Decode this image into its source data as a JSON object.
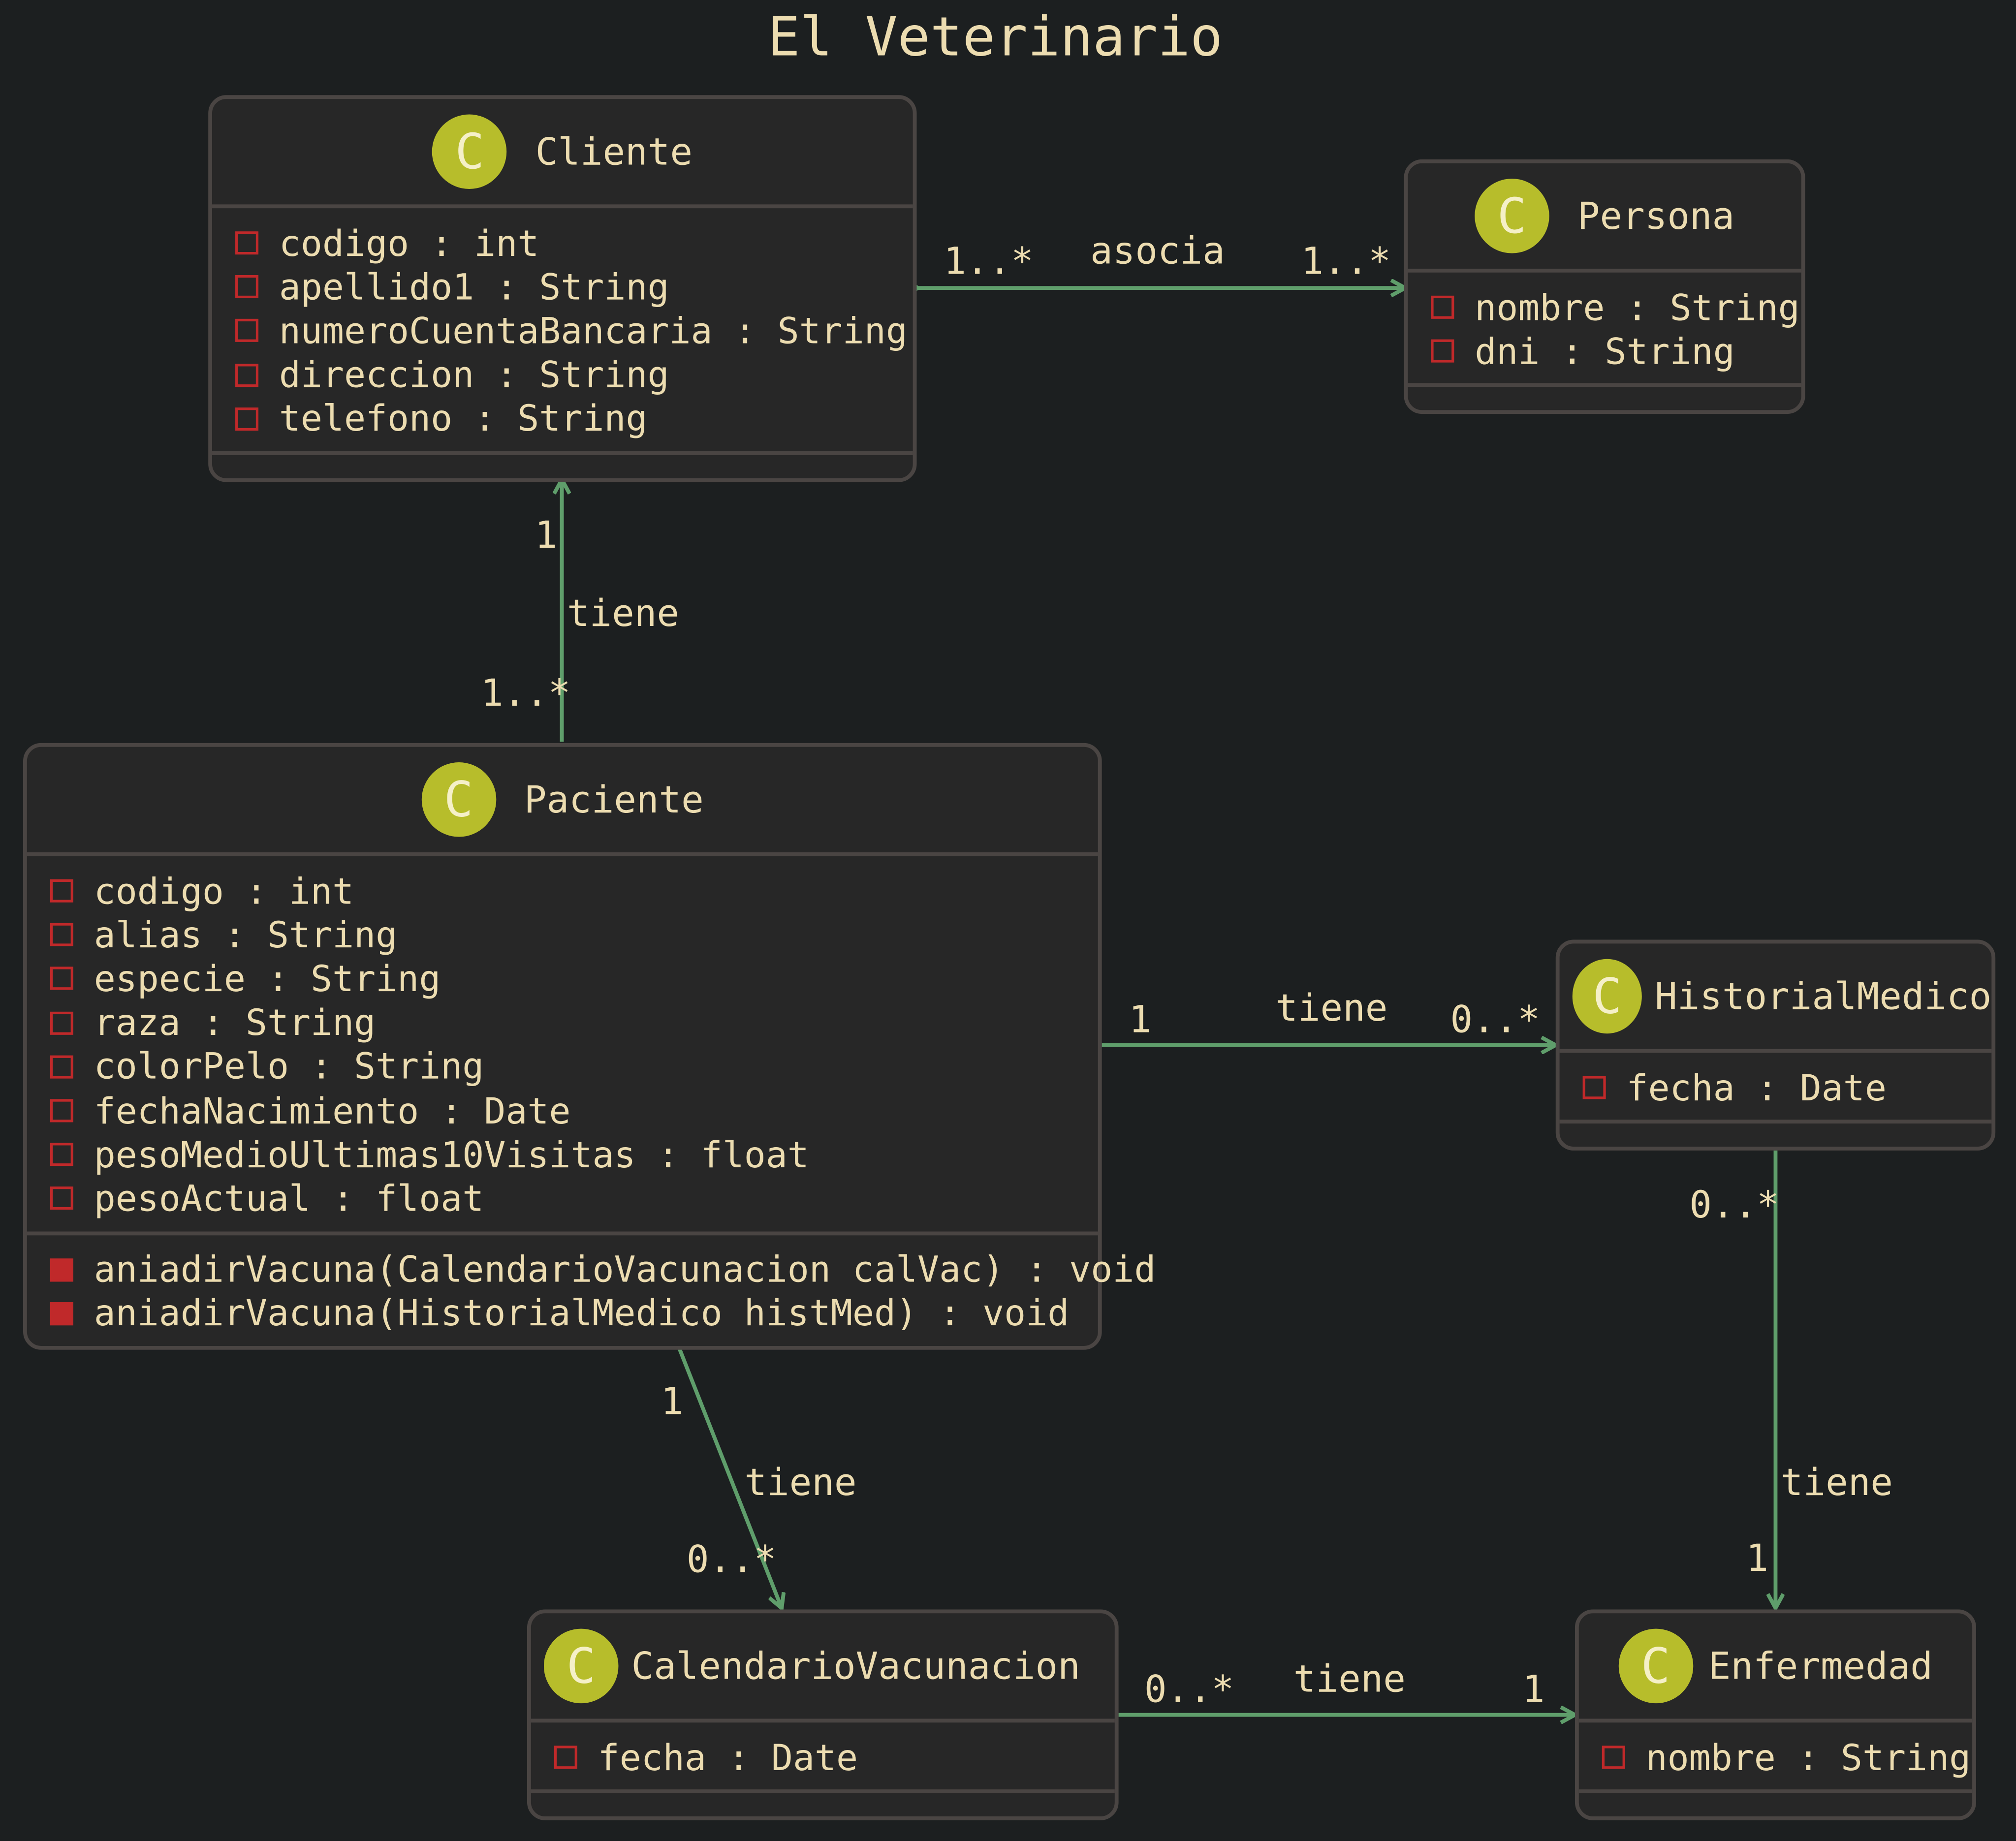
{
  "title": "El Veterinario",
  "classes": {
    "cliente": {
      "name": "Cliente",
      "fields": [
        "codigo : int",
        "apellido1 : String",
        "numeroCuentaBancaria : String",
        "direccion : String",
        "telefono : String"
      ]
    },
    "persona": {
      "name": "Persona",
      "fields": [
        "nombre : String",
        "dni : String"
      ]
    },
    "paciente": {
      "name": "Paciente",
      "fields": [
        "codigo : int",
        "alias : String",
        "especie : String",
        "raza : String",
        "colorPelo : String",
        "fechaNacimiento : Date",
        "pesoMedioUltimas10Visitas : float",
        "pesoActual : float"
      ],
      "methods": [
        "aniadirVacuna(CalendarioVacunacion calVac) : void",
        "aniadirVacuna(HistorialMedico histMed) : void"
      ]
    },
    "historial": {
      "name": "HistorialMedico",
      "fields": [
        "fecha : Date"
      ]
    },
    "calendario": {
      "name": "CalendarioVacunacion",
      "fields": [
        "fecha : Date"
      ]
    },
    "enfermedad": {
      "name": "Enfermedad",
      "fields": [
        "nombre : String"
      ]
    }
  },
  "icon_letter": "C",
  "relations": {
    "cliente_persona": {
      "label": "asocia",
      "from_mult": "1..*",
      "to_mult": "1..*"
    },
    "paciente_cliente": {
      "label": "tiene",
      "from_mult": "1..*",
      "to_mult": "1"
    },
    "paciente_historial": {
      "label": "tiene",
      "from_mult": "1",
      "to_mult": "0..*"
    },
    "paciente_calendario": {
      "label": "tiene",
      "from_mult": "1",
      "to_mult": "0..*"
    },
    "historial_enfermedad": {
      "label": "tiene",
      "from_mult": "0..*",
      "to_mult": "1"
    },
    "calendario_enfermedad": {
      "label": "tiene",
      "from_mult": "0..*",
      "to_mult": "1"
    }
  },
  "colors": {
    "background": "#1c1f20",
    "box": "#272727",
    "border": "#4a4543",
    "icon": "#b7bd2b",
    "marker": "#c0292a",
    "link": "#5f9e6b",
    "text": "#ecdcb0"
  }
}
